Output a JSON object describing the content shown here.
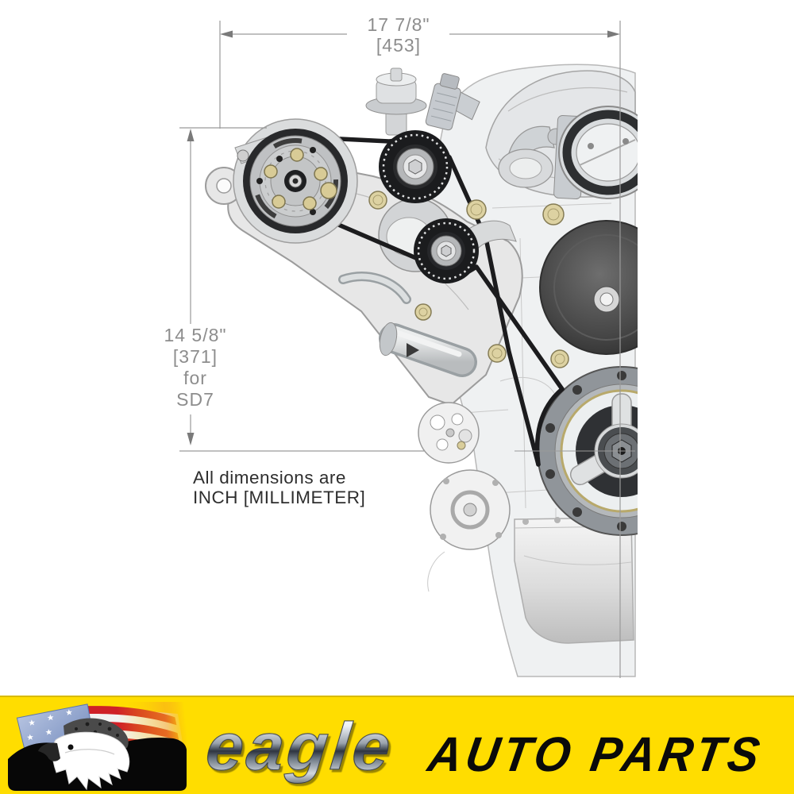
{
  "diagram": {
    "width_dim": {
      "inch": "17 7/8\"",
      "mm_bracket": "[453]"
    },
    "height_dim": {
      "inch": "14 5/8\"",
      "mm_bracket": "[371]",
      "qualifier_line1": "for",
      "qualifier_line2": "SD7"
    },
    "note": {
      "line1": "All dimensions are",
      "line2": "INCH [MILLIMETER]"
    }
  },
  "banner": {
    "brand_script": "eagle",
    "brand_block": "AUTO PARTS",
    "logo_icon": "american-flag-eagle",
    "background_color": "#FFDD00"
  },
  "colors": {
    "dimension_line": "#9a9a9a",
    "dimension_text": "#8d8d8d",
    "note_text": "#2e2e2e",
    "belt": "#1c1c1e",
    "banner_yellow": "#FFDD00"
  }
}
